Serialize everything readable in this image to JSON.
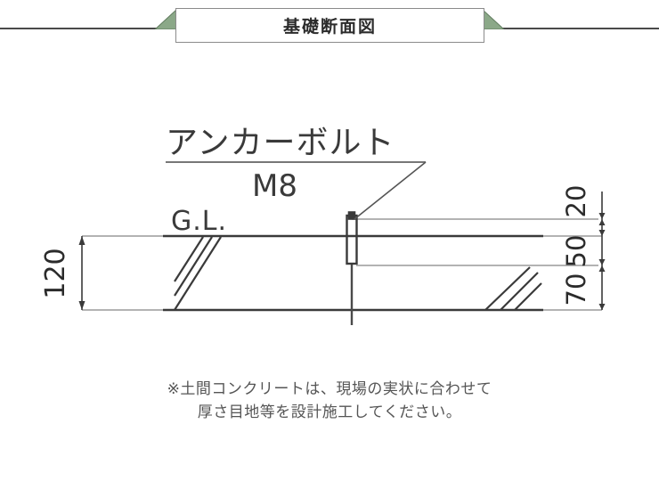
{
  "header": {
    "title": "基礎断面図",
    "ribbon_color": "#8ba888",
    "box_border_color": "#8b8b8b",
    "rule_color": "#4a4a4a"
  },
  "drawing": {
    "line_color": "#3a3a3a",
    "thin_line_color": "#9a9a9a",
    "labels": {
      "anchor_bolt": "アンカーボルト",
      "anchor_bolt_size": "M8",
      "ground_level": "G.L."
    },
    "dimensions": {
      "left_depth": "120",
      "right_top": "20",
      "right_mid": "50",
      "right_bottom": "70"
    }
  },
  "caption": {
    "line1": "※土間コンクリートは、現場の実状に合わせて",
    "line2": "厚さ目地等を設計施工してください。"
  }
}
